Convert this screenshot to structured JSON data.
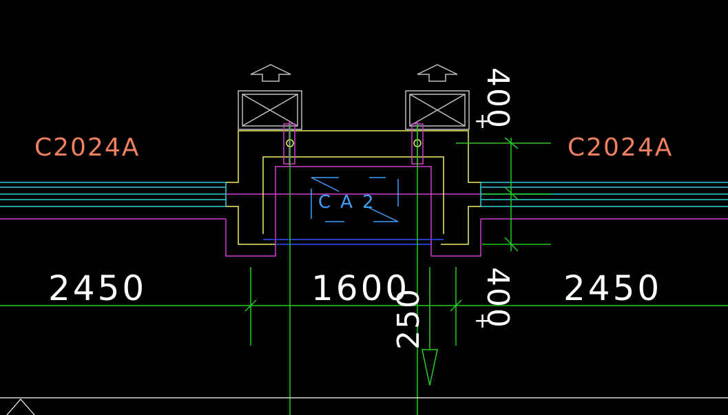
{
  "colors": {
    "background": "#000000",
    "window_label": "#f08060",
    "dimension_text": "#ffffff",
    "cyan": "#30d0e0",
    "magenta": "#d040d0",
    "yellow": "#f0f060",
    "green": "#20d020",
    "blue": "#3050ff",
    "light_blue": "#40a0ff",
    "white": "#ffffff",
    "gray": "#c0c0c0"
  },
  "labels": {
    "window_left": "C2024A",
    "window_right": "C2024A",
    "dim_left": "2450",
    "dim_center": "1600",
    "dim_right": "2450",
    "dim_vertical_top": "400",
    "dim_vertical_bottom": "400",
    "dim_vertical_center": "250",
    "plus_top": "+",
    "plus_bottom": "+",
    "center_tag": "CA2"
  },
  "icons": {
    "arrow_left": "up-arrow-icon",
    "arrow_right": "up-arrow-icon",
    "box_left": "crossed-box-icon",
    "box_right": "crossed-box-icon",
    "down_arrow": "down-arrow-icon",
    "corner_mark": "triangle-icon"
  }
}
